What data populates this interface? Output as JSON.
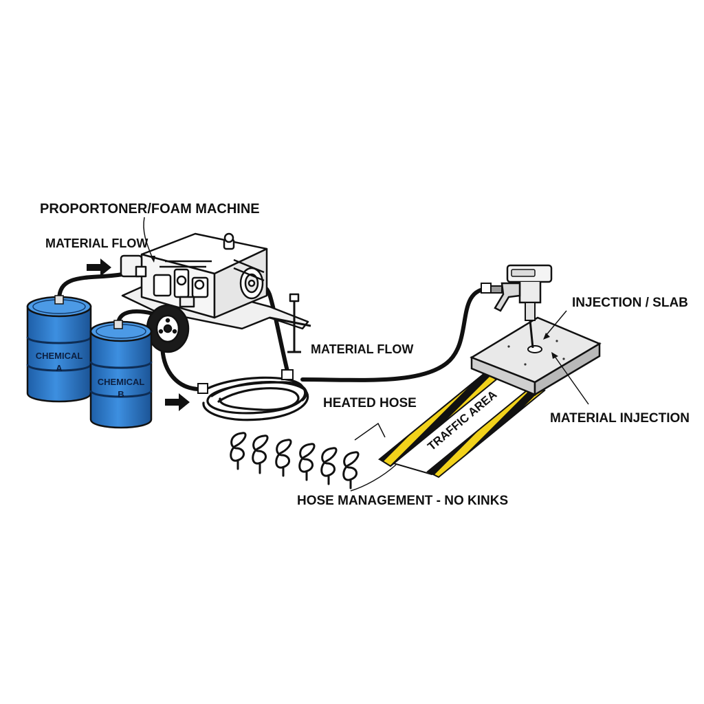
{
  "labels": {
    "proportioner": "PROPORTONER/FOAM MACHINE",
    "material_flow_left": "MATERIAL FLOW",
    "material_flow_center": "MATERIAL FLOW",
    "heated_hose": "HEATED HOSE",
    "injection_slab": "INJECTION / SLAB",
    "material_injection": "MATERIAL INJECTION",
    "hose_management": "HOSE MANAGEMENT - NO KINKS"
  },
  "drums": {
    "a_line1": "CHEMICAL",
    "a_line2": "A",
    "b_line1": "CHEMICAL",
    "b_line2": "B"
  },
  "zone": {
    "traffic_area": "TRAFFIC AREA"
  },
  "colors": {
    "drum_blue": "#2f7fd0",
    "hazard_yellow": "#f2d21b",
    "ink": "#111111"
  }
}
